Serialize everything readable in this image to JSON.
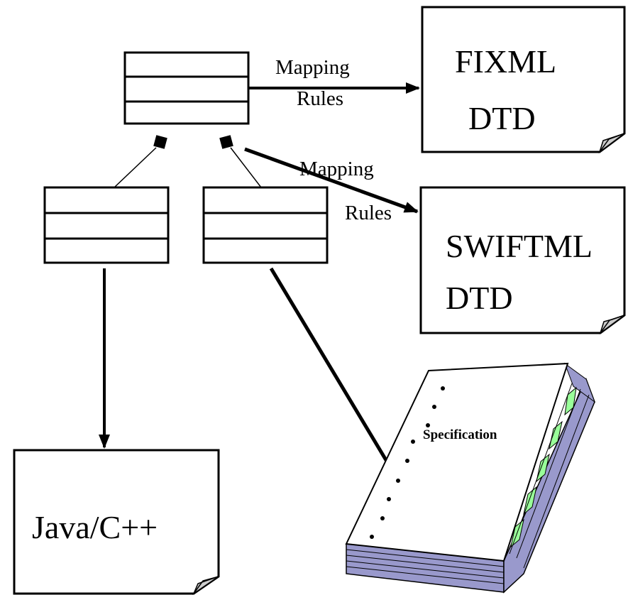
{
  "edges": {
    "fixml_mapping": {
      "line1": "Mapping",
      "line2": "Rules"
    },
    "swiftml_mapping": {
      "line1": "Mapping",
      "line2": "Rules"
    }
  },
  "documents": {
    "fixml": {
      "line1": "FIXML",
      "line2": "DTD"
    },
    "swiftml": {
      "line1": "SWIFTML",
      "line2": "DTD"
    },
    "code": {
      "label": "Java/C++"
    }
  },
  "book": {
    "label": "Specification",
    "colors": {
      "cover": "#ffffff",
      "spine_band": "#9999cc",
      "spine_accent": "#99ff99",
      "pages": "#9999cc"
    }
  }
}
